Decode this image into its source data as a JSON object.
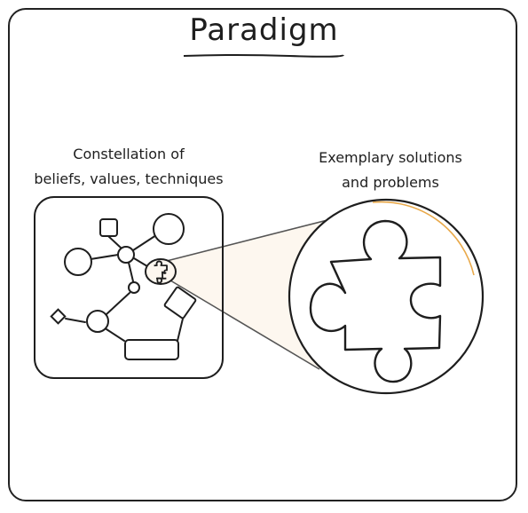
{
  "title": "Paradigm",
  "captions": {
    "left_line1": "Constellation of",
    "left_line2": "beliefs, values, techniques",
    "right_line1": "Exemplary solutions",
    "right_line2": "and problems"
  },
  "colors": {
    "stroke": "#1e1e1e",
    "zoom_fill": "#fdf7ef",
    "zoom_highlight": "#e9a94a"
  },
  "icons": {
    "puzzle": "puzzle-piece-icon"
  }
}
